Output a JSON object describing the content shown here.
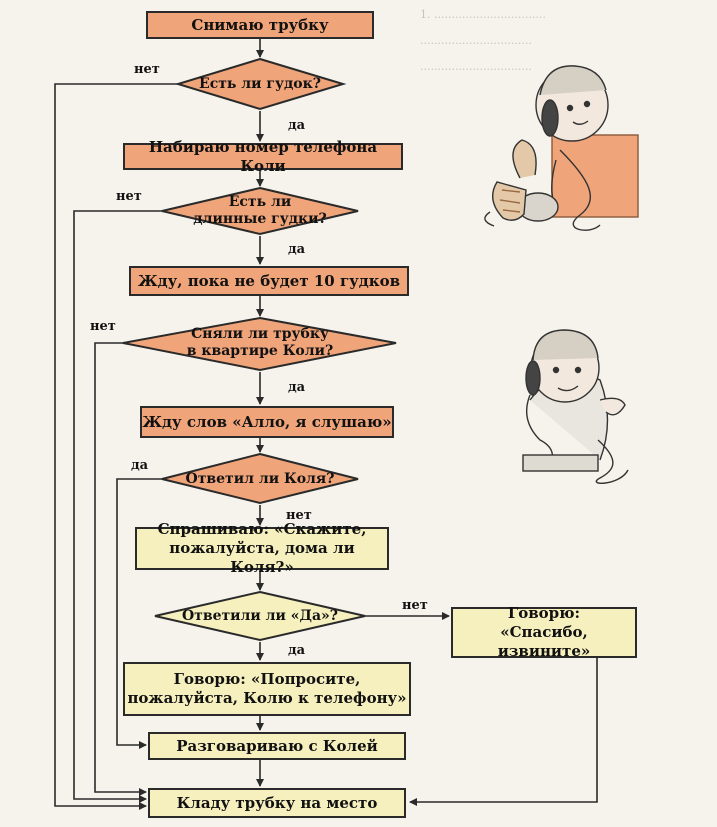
{
  "nodes": {
    "n1": "Снимаю трубку",
    "d1": "Есть ли гудок?",
    "n2": "Набираю номер телефона Коли",
    "d2_line1": "Есть ли",
    "d2_line2": "длинные гудки?",
    "n3": "Жду, пока не будет 10 гудков",
    "d3_line1": "Сняли ли трубку",
    "d3_line2": "в квартире Коли?",
    "n4": "Жду слов «Алло, я слушаю»",
    "d4": "Ответил ли Коля?",
    "n5_line1": "Спрашиваю: «Скажите,",
    "n5_line2": "пожалуйста, дома ли Коля?»",
    "d5": "Ответили ли «Да»?",
    "n6_line1": "Говорю: «Попросите,",
    "n6_line2": "пожалуйста, Колю к телефону»",
    "n7_line1": "Говорю:",
    "n7_line2": "«Спасибо, извините»",
    "n8": "Разговариваю с Колей",
    "n9": "Кладу трубку на место"
  },
  "labels": {
    "yes": "да",
    "no": "нет"
  },
  "colors": {
    "orange_fill": "#efa47a",
    "cream_fill": "#f6efbe",
    "line": "#2a2a2a"
  }
}
